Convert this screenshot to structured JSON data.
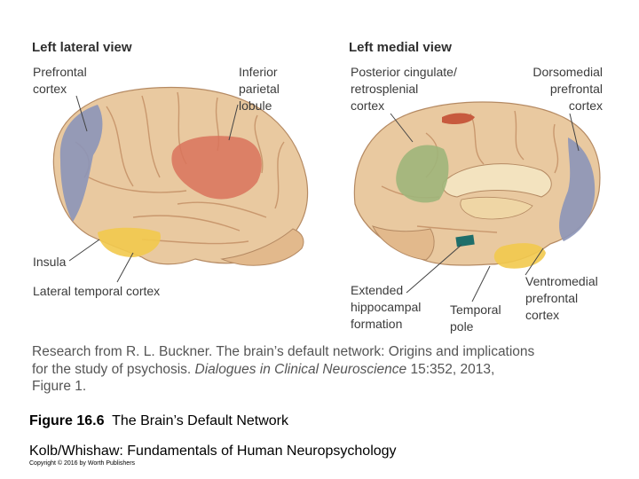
{
  "left_panel": {
    "title": "Left lateral view",
    "labels": {
      "prefrontal": "Prefrontal\ncortex",
      "parietal": "Inferior\nparietal\nlobule",
      "insula": "Insula",
      "temporal": "Lateral temporal cortex"
    }
  },
  "right_panel": {
    "title": "Left medial view",
    "labels": {
      "cingulate": "Posterior cingulate/\nretrosplenial\ncortex",
      "dorsomedial": "Dorsomedial\nprefrontal\ncortex",
      "ventromedial": "Ventromedial\nprefrontal\ncortex",
      "hippocampal": "Extended\nhippocampal\nformation",
      "temporal_pole": "Temporal\npole"
    }
  },
  "citation": {
    "line1": "Research from R. L. Buckner. The brain’s default network: Origins and implications",
    "line2_prefix": "for the study of psychosis. ",
    "line2_journal": "Dialogues in Clinical Neuroscience",
    "line2_suffix": " 15:352, 2013,",
    "line3": "Figure 1."
  },
  "caption": {
    "number": "Figure 16.6",
    "title": "The Brain’s Default Network"
  },
  "book": "Kolb/Whishaw: Fundamentals of Human Neuropsychology",
  "copyright": "Copyright © 2016 by Worth Publishers",
  "colors": {
    "brain": "#e9c9a0",
    "gyri": "#c9986e",
    "prefrontal_blue": "#8c95b8",
    "parietal_red": "#d9735c",
    "insula_yellow": "#f2c94c",
    "cingulate_green": "#9fb57a",
    "hippocampal_teal": "#1f6e6a"
  }
}
